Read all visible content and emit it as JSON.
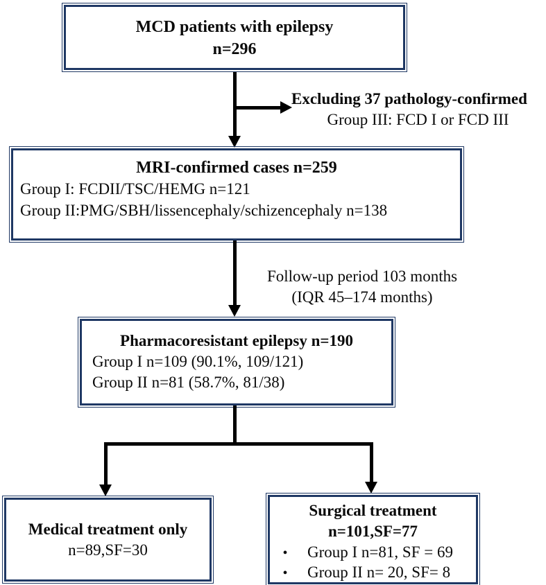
{
  "colors": {
    "box_border": "#1f3864",
    "arrow": "#000000",
    "background": "#ffffff",
    "text": "#0a0a0a"
  },
  "glyphs": {
    "bullet": "•"
  },
  "nodes": {
    "mcd": {
      "title": "MCD patients with epilepsy",
      "count": "n=296"
    },
    "mri": {
      "title": "MRI-confirmed cases n=259",
      "line1": "Group I: FCDII/TSC/HEMG n=121",
      "line2": "Group II:PMG/SBH/lissencephaly/schizencephaly n=138"
    },
    "pharmacoresistant": {
      "title": "Pharmacoresistant epilepsy n=190",
      "line1": "Group I n=109 (90.1%, 109/121)",
      "line2": "Group II n=81 (58.7%, 81/38)"
    },
    "medical": {
      "title": "Medical treatment only",
      "line1": "n=89,SF=30"
    },
    "surgical": {
      "title": "Surgical treatment",
      "subtitle": "n=101,SF=77",
      "bullet1": "Group I n=81, SF = 69",
      "bullet2": "Group II n= 20, SF= 8"
    }
  },
  "annotations": {
    "exclusion": {
      "line1": "Excluding 37 pathology-confirmed",
      "line2": "Group III: FCD I or FCD III"
    },
    "followup": {
      "line1": "Follow-up period 103 months",
      "line2": "(IQR 45–174 months)"
    }
  }
}
